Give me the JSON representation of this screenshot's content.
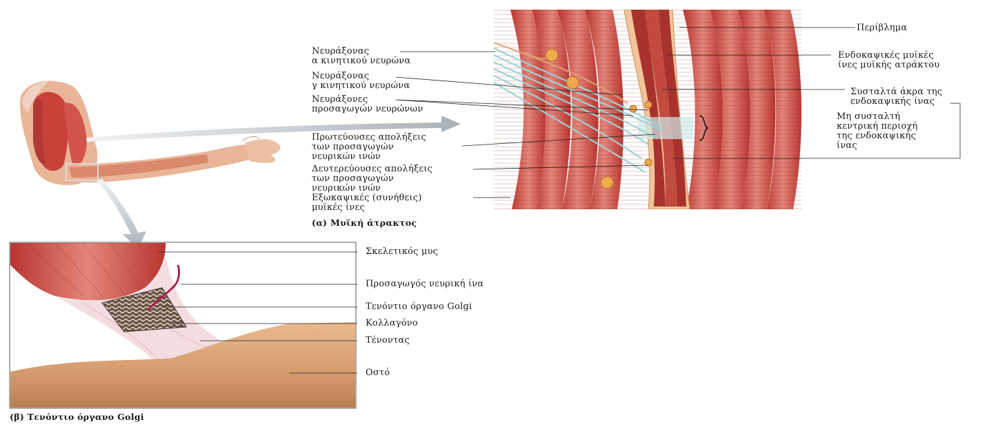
{
  "spindle": {
    "caption": "(α)  Μυϊκή άτρακτος",
    "labels_left": {
      "alpha_axon": [
        "Νευράξονας",
        "α κινητικού νευρώνα"
      ],
      "gamma_axon": [
        "Νευράξονας",
        "γ κινητικού νευρώνα"
      ],
      "afferent_axons": [
        "Νευράξονες",
        "προσαγωγών νευρώνων"
      ],
      "primary_endings": [
        "Πρωτεύουσες  απολήξεις",
        "των προσαγωγών",
        "νευρικών ινών"
      ],
      "secondary_endings": [
        "Δευτερεύουσες απολήξεις",
        "των προσαγωγών",
        "νευρικών ινών"
      ],
      "extrafusal_fibers": [
        "Εξωκαψικές (συνήθεις)",
        "μυϊκές ίνες"
      ]
    },
    "labels_right": {
      "capsule": [
        "Περίβλημα"
      ],
      "intrafusal_fibers": [
        "Ενδοκαψικές μυϊκές",
        "ίνες μυϊκής ατράκτου"
      ],
      "contractile_ends": [
        "Συσταλτά άκρα της",
        "ενδοκαψικής ίνας"
      ],
      "noncontractile_center": [
        "Μη συσταλτή",
        "κεντρική περιοχή",
        "της ενδοκαψικής",
        "ίνας"
      ]
    }
  },
  "golgi": {
    "caption": "(β)  Τενόντιο όργανο Golgi",
    "labels": {
      "skeletal_muscle": "Σκελετικός μυς",
      "afferent_fiber": "Προσαγωγός νευρική ίνα",
      "golgi_organ": "Τενόντιο όργανο Golgi",
      "collagen": "Κολλαγόνο",
      "tendon": "Τένοντας",
      "bone": "Οστό"
    }
  },
  "colors": {
    "muscle": "#c8423a",
    "muscle_light": "#e58a7c",
    "tendon": "#f3dde0",
    "bone": "#d9a274",
    "nerve": "#9fd2d6",
    "arrow": "#b8c0c6"
  }
}
